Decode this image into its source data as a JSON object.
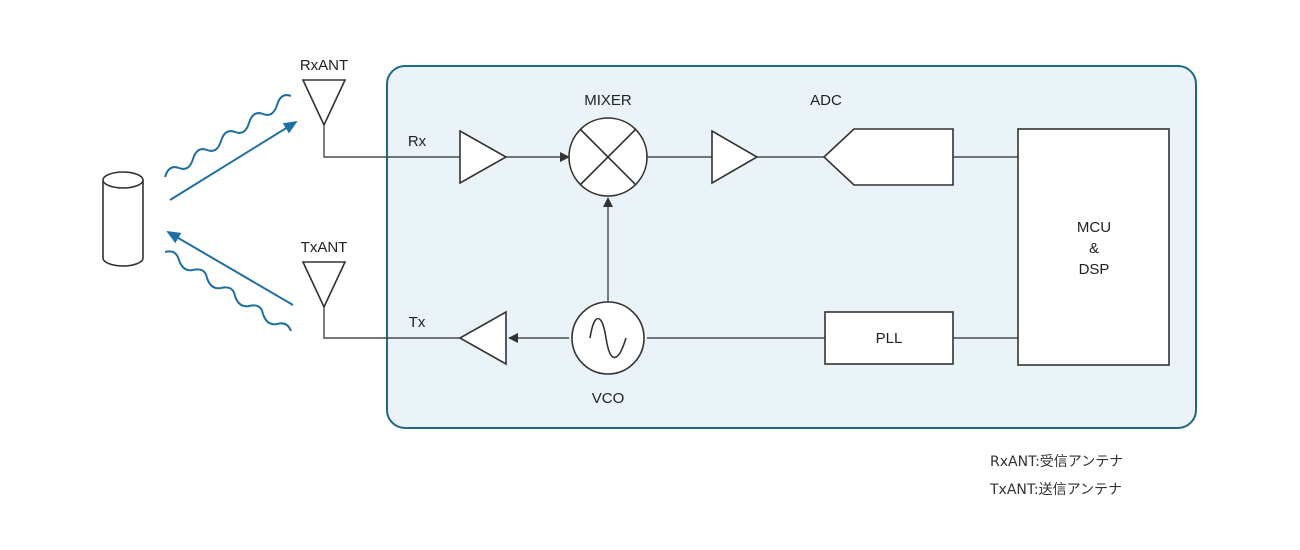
{
  "labels": {
    "rx_antenna": "RxANT",
    "tx_antenna": "TxANT",
    "rx_line": "Rx",
    "tx_line": "Tx",
    "mixer": "MIXER",
    "adc": "ADC",
    "vco": "VCO",
    "pll": "PLL",
    "mcu_line1": "MCU",
    "mcu_line2": "&",
    "mcu_line3": "DSP"
  },
  "legend": {
    "rx": "RxANT:受信アンテナ",
    "tx": "TxANT:送信アンテナ"
  },
  "colors": {
    "module_fill": "#eaf3f7",
    "module_border": "#1e6a86",
    "wave": "#1f6fa1",
    "arrow": "#1f6fa1",
    "line": "#4a4a4a"
  }
}
